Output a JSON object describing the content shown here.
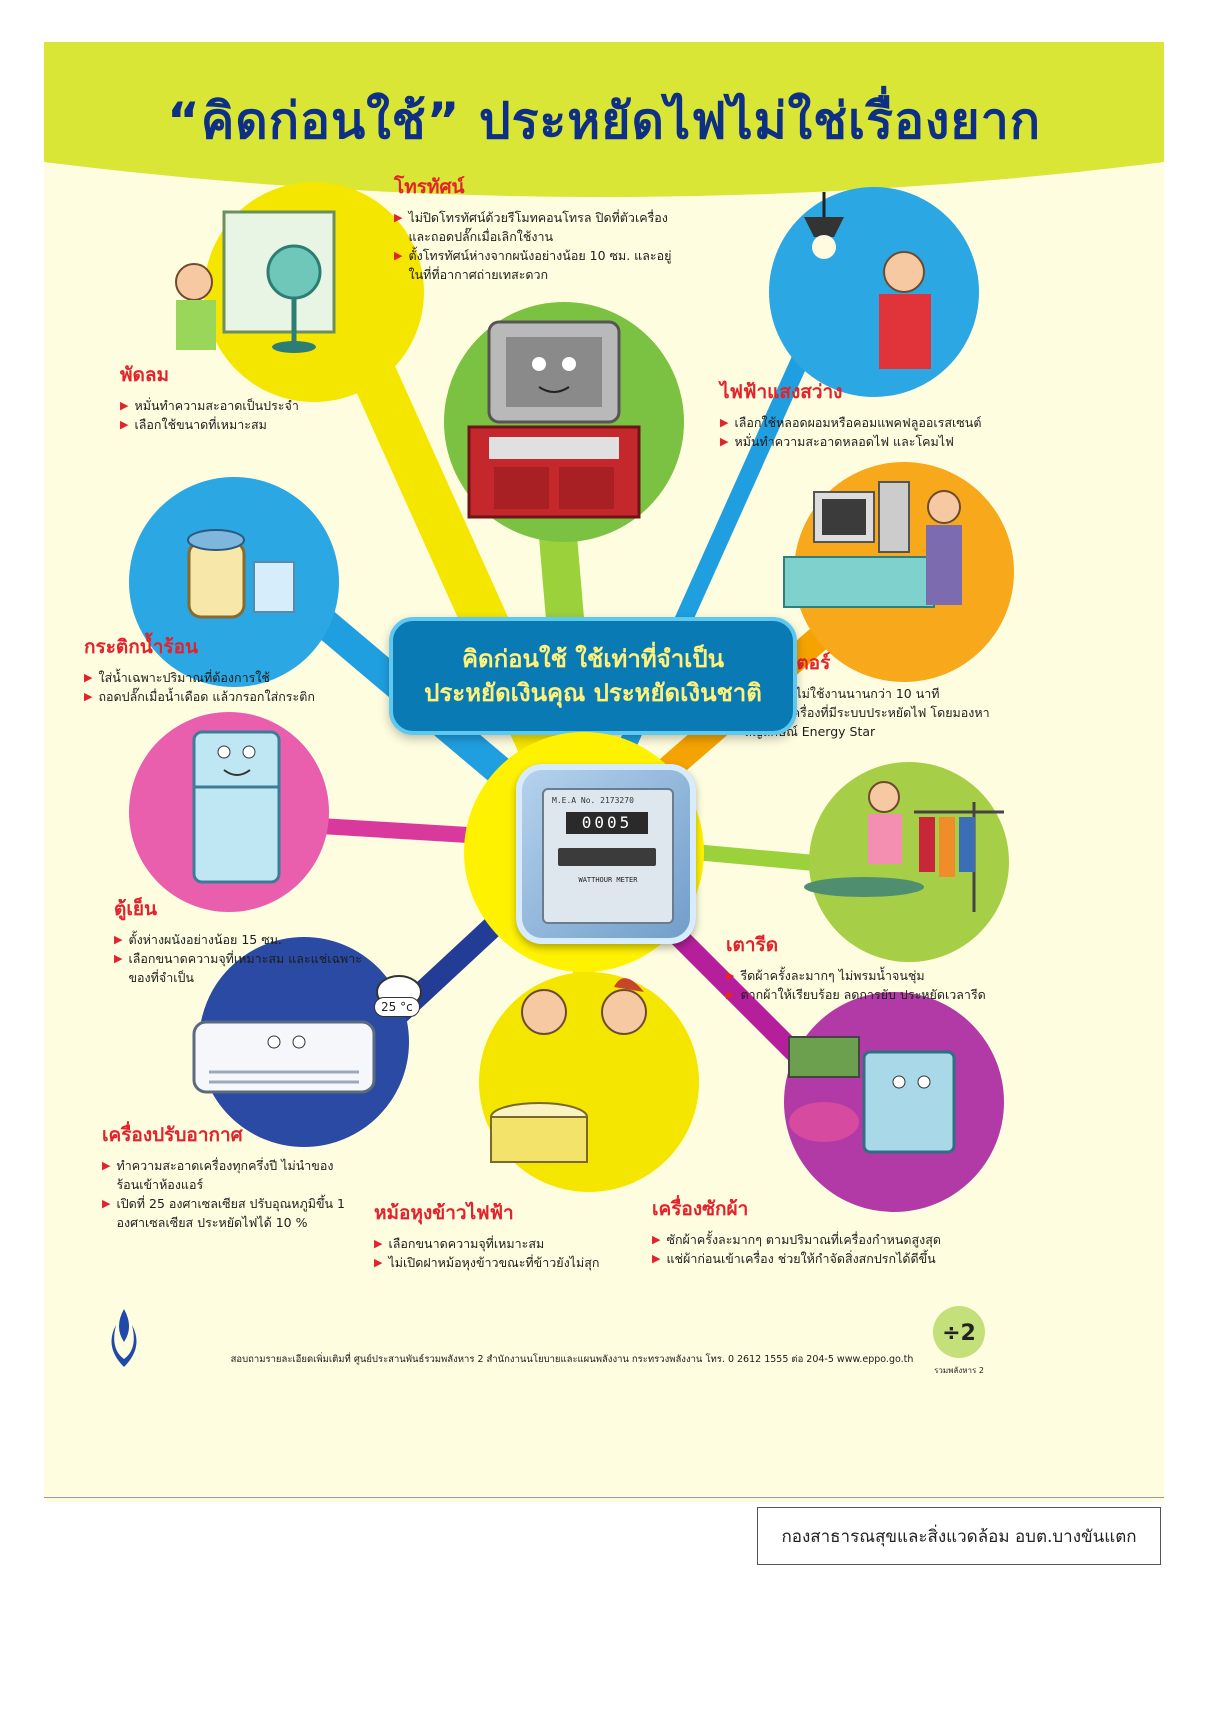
{
  "title": "“คิดก่อนใช้” ประหยัดไฟไม่ใช่เรื่องยาก",
  "banner": {
    "line1": "คิดก่อนใช้ ใช้เท่าที่จำเป็น",
    "line2": "ประหยัดเงินคุณ ประหยัดเงินชาติ"
  },
  "meter": {
    "label": "M.E.A No. 2173270",
    "counter": "0005",
    "brand": "WATTHOUR METER",
    "ac_label": "25 °c"
  },
  "sections": {
    "tv": {
      "title": "โทรทัศน์",
      "bullets": [
        "ไม่ปิดโทรทัศน์ด้วยรีโมทคอนโทรล ปิดที่ตัวเครื่องและถอดปลั๊กเมื่อเลิกใช้งาน",
        "ตั้งโทรทัศน์ห่างจากผนังอย่างน้อย 10 ซม. และอยู่ในที่ที่อากาศถ่ายเทสะดวก"
      ]
    },
    "fan": {
      "title": "พัดลม",
      "bullets": [
        "หมั่นทำความสะอาดเป็นประจำ",
        "เลือกใช้ขนาดที่เหมาะสม"
      ]
    },
    "light": {
      "title": "ไฟฟ้าแสงสว่าง",
      "bullets": [
        "เลือกใช้หลอดผอมหรือคอมแพคฟลูออเรสเซนต์",
        "หมั่นทำความสะอาดหลอดไฟ และโคมไฟ"
      ]
    },
    "kettle": {
      "title": "กระติกน้ำร้อน",
      "bullets": [
        "ใส่น้ำเฉพาะปริมาณที่ต้องการใช้",
        "ถอดปลั๊กเมื่อน้ำเดือด แล้วกรอกใส่กระติก"
      ]
    },
    "computer": {
      "title": "คอมพิวเตอร์",
      "bullets": [
        "ปิดจอเมื่อไม่ใช้งานนานกว่า 10 นาที",
        "เลือกซื้อเครื่องที่มีระบบประหยัดไฟ โดยมองหาสัญลักษณ์ Energy Star"
      ]
    },
    "fridge": {
      "title": "ตู้เย็น",
      "bullets": [
        "ตั้งห่างผนังอย่างน้อย 15 ซม.",
        "เลือกขนาดความจุที่เหมาะสม และแช่เฉพาะของที่จำเป็น"
      ]
    },
    "iron": {
      "title": "เตารีด",
      "bullets": [
        "รีดผ้าครั้งละมากๆ ไม่พรมน้ำจนชุ่ม",
        "ตากผ้าให้เรียบร้อย ลดการยับ ประหยัดเวลารีด"
      ]
    },
    "aircon": {
      "title": "เครื่องปรับอากาศ",
      "bullets": [
        "ทำความสะอาดเครื่องทุกครึ่งปี ไม่นำของร้อนเข้าห้องแอร์",
        "เปิดที่ 25 องศาเซลเซียส ปรับอุณหภูมิขึ้น 1 องศาเซลเซียส ประหยัดไฟได้ 10 %"
      ]
    },
    "ricecooker": {
      "title": "หม้อหุงข้าวไฟฟ้า",
      "bullets": [
        "เลือกขนาดความจุที่เหมาะสม",
        "ไม่เปิดฝาหม้อหุงข้าวขณะที่ข้าวยังไม่สุก"
      ]
    },
    "washer": {
      "title": "เครื่องซักผ้า",
      "bullets": [
        "ซักผ้าครั้งละมากๆ ตามปริมาณที่เครื่องกำหนดสูงสุด",
        "แช่ผ้าก่อนเข้าเครื่อง ช่วยให้กำจัดสิ่งสกปรกได้ดีขึ้น"
      ]
    }
  },
  "footer": "สอบถามรายละเอียดเพิ่มเติมที่ ศูนย์ประสานพันธ์รวมพลังหาร 2 สำนักงานนโยบายและแผนพลังงาน กระทรวงพลังงาน โทร. 0 2612 1555 ต่อ 204-5 www.eppo.go.th",
  "footer_logo_right": "รวมพลังหาร 2",
  "stamp": "กองสาธารณสุขและสิ่งแวดล้อม อบต.บางขันแตก",
  "colors": {
    "title": "#0d2f86",
    "section_title": "#e3222b",
    "banner": "#0a7ab4",
    "banner_text": "#fff27a"
  }
}
